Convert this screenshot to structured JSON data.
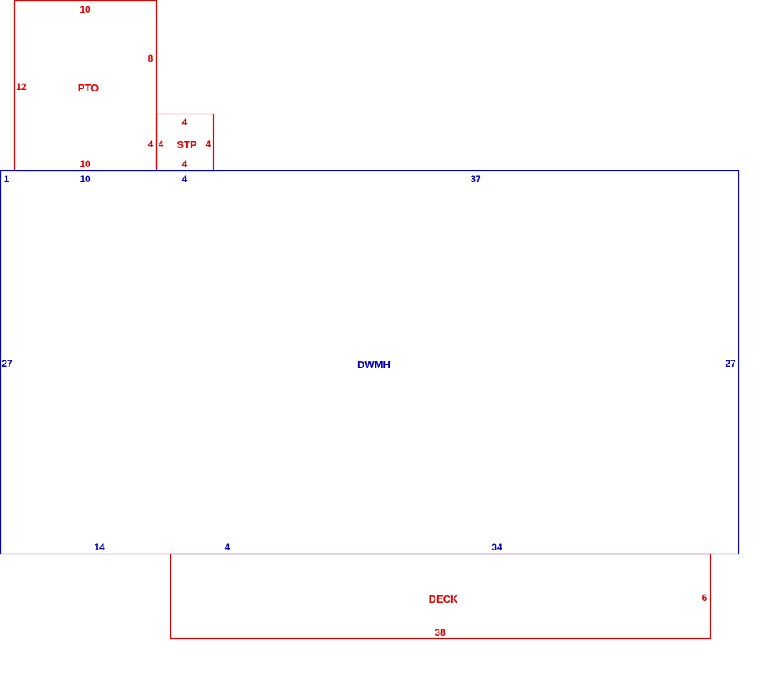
{
  "colors": {
    "main": "#0000c0",
    "addition": "#e00000",
    "background": "#ffffff"
  },
  "areas": {
    "pto": {
      "name": "PTO",
      "top": "10",
      "right_upper": "8",
      "right_lower": "4",
      "left": "12",
      "bottom": "10"
    },
    "stp": {
      "name": "STP",
      "top": "4",
      "left": "4",
      "right": "4",
      "bottom": "4"
    },
    "dwmh": {
      "name": "DWMH",
      "top_corner": "1",
      "top_seg_a": "10",
      "top_seg_b": "4",
      "top_seg_c": "37",
      "left": "27",
      "right": "27",
      "bottom_seg_a": "14",
      "bottom_seg_b": "4",
      "bottom_seg_c": "34"
    },
    "deck": {
      "name": "DECK",
      "right": "6",
      "bottom": "38"
    }
  }
}
